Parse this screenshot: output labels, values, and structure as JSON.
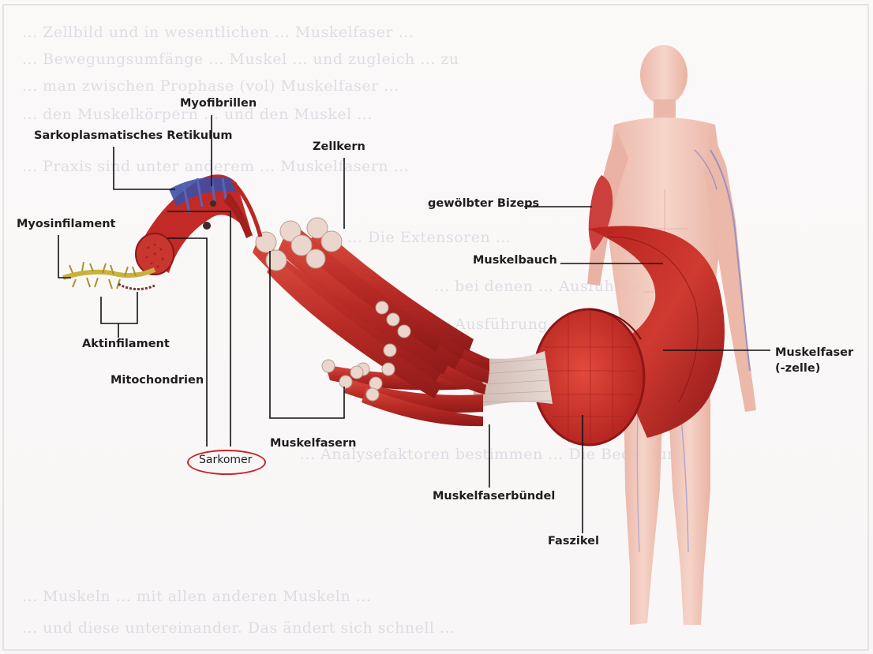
{
  "labels": {
    "myofibrillen": "Myofibrillen",
    "sarkoplasmatisches_retikulum": "Sarkoplasmatisches Retikulum",
    "zellkern": "Zellkern",
    "myosinfilament": "Myosinfilament",
    "gewoelbter_bizeps": "gewölbter Bizeps",
    "muskelbauch": "Muskelbauch",
    "aktinfilament": "Aktinfilament",
    "mitochondrien": "Mitochondrien",
    "muskelfaser_line1": "Muskelfaser",
    "muskelfaser_line2": "(-zelle)",
    "muskelfasern": "Muskelfasern",
    "sarkomer": "Sarkomer",
    "muskelfaserbuendel": "Muskelfaserbündel",
    "faszikel": "Faszikel"
  },
  "background_text": {
    "line1": "... Zellbild und in wesentlichen ... Muskelfaser ...",
    "line2": "... Bewegungsumfänge ... Muskel ... und zugleich ... zu",
    "line3": "... man zwischen Prophase (vol) Muskelfaser ...",
    "line4": "... den Muskelkörpern ... und den Muskel ...",
    "line5": "... Praxis sind unter anderem ... Muskelfasern ...",
    "line6": "... Die Extensoren ...",
    "line7": "... bei denen ... Ausführung ...",
    "line8": "... Ausführung ...",
    "line9": "... Analysefaktoren bestimmen ... Die Bedeutung ...",
    "line10": "... Muskeln ... mit allen anderen Muskeln ...",
    "line11": "... und diese untereinander. Das ändert sich schnell ..."
  },
  "colors": {
    "muscle_dark": "#9e1c1d",
    "muscle_mid": "#c8322f",
    "muscle_light": "#e05a4a",
    "fiber_end": "#e8cfc5",
    "tendon": "#d9c7bf",
    "body_skin": "#f2c2b4",
    "vein": "#7a7fc0",
    "highlight_oval": "#c8242c",
    "label_text": "#1e1e1e"
  },
  "icons": {
    "body": "human-anatomy-figure",
    "muscle": "muscle-cross-section-illustration"
  }
}
